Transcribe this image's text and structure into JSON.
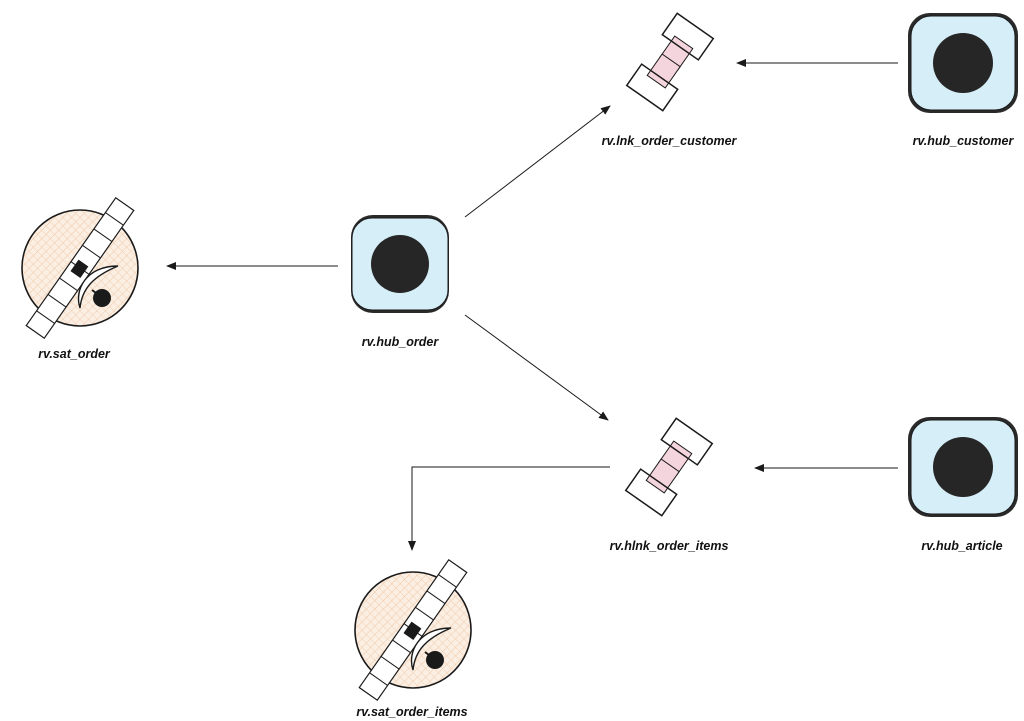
{
  "nodes": {
    "hub_order": {
      "label": "rv.hub_order",
      "kind": "hub"
    },
    "hub_customer": {
      "label": "rv.hub_customer",
      "kind": "hub"
    },
    "hub_article": {
      "label": "rv.hub_article",
      "kind": "hub"
    },
    "lnk_order_customer": {
      "label": "rv.lnk_order_customer",
      "kind": "link"
    },
    "hlnk_order_items": {
      "label": "rv.hlnk_order_items",
      "kind": "link"
    },
    "sat_order": {
      "label": "rv.sat_order",
      "kind": "satellite"
    },
    "sat_order_items": {
      "label": "rv.sat_order_items",
      "kind": "satellite"
    }
  },
  "edges": [
    {
      "from": "hub_order",
      "to": "lnk_order_customer"
    },
    {
      "from": "hub_customer",
      "to": "lnk_order_customer"
    },
    {
      "from": "hub_order",
      "to": "sat_order"
    },
    {
      "from": "hub_order",
      "to": "hlnk_order_items"
    },
    {
      "from": "hub_article",
      "to": "hlnk_order_items"
    },
    {
      "from": "hlnk_order_items",
      "to": "sat_order_items"
    }
  ],
  "colors": {
    "hub_fill": "#d6eef8",
    "hub_core": "#262626",
    "link_fill": "#f5d5dd",
    "satellite_fill": "#fbeee2",
    "stroke": "#1a1a1a"
  }
}
